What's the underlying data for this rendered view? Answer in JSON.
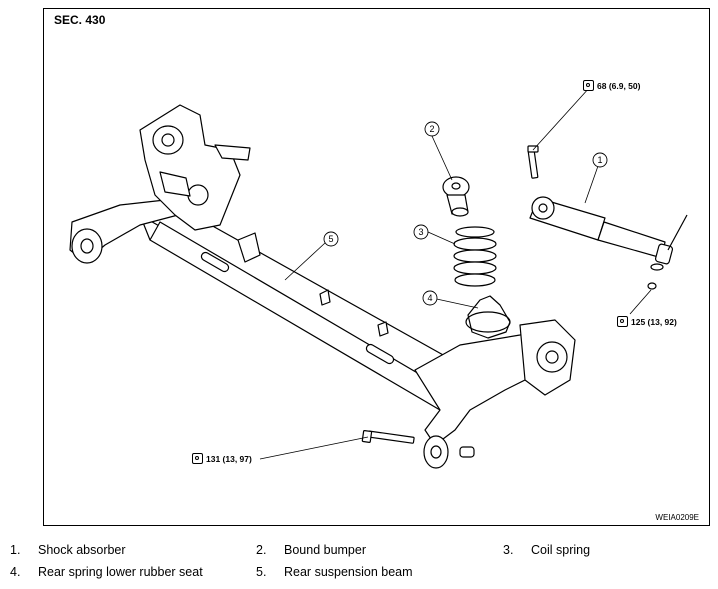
{
  "section_label": "SEC. 430",
  "figure_id": "WEIA0209E",
  "callouts": [
    "1",
    "2",
    "3",
    "4",
    "5"
  ],
  "torque_specs": {
    "upper_shock_nut": "68 (6.9, 50)",
    "lower_shock_nut": "125 (13, 92)",
    "beam_bolt": "131 (13, 97)"
  },
  "legend": [
    {
      "num": "1.",
      "label": "Shock absorber"
    },
    {
      "num": "2.",
      "label": "Bound bumper"
    },
    {
      "num": "3.",
      "label": "Coil spring"
    },
    {
      "num": "4.",
      "label": "Rear spring lower rubber seat"
    },
    {
      "num": "5.",
      "label": "Rear suspension beam"
    }
  ]
}
